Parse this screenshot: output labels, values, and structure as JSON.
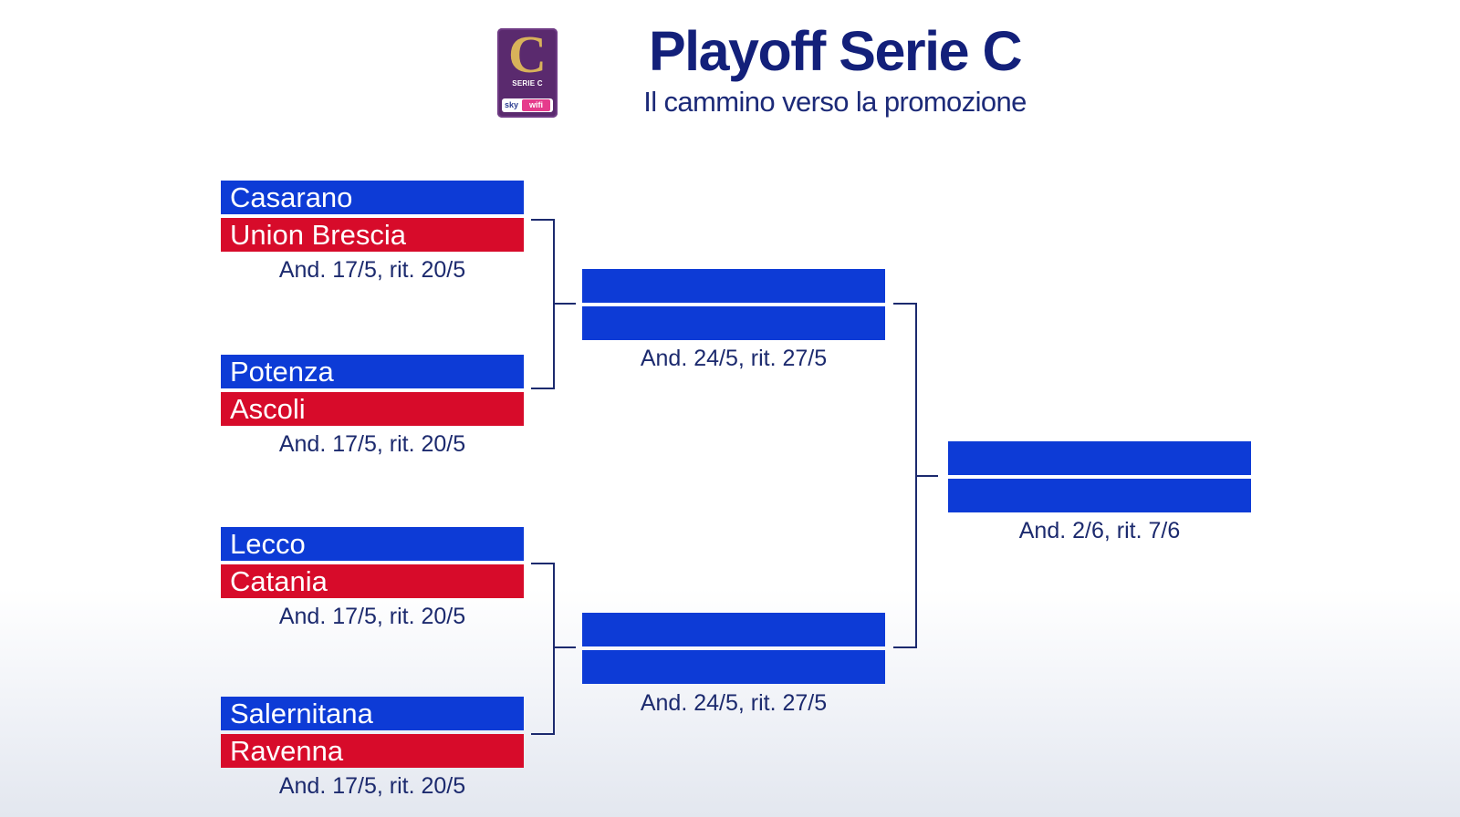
{
  "header": {
    "title": "Playoff Serie C",
    "subtitle": "Il cammino verso la promozione"
  },
  "logo": {
    "letter": "C",
    "label": "SERIE C",
    "sponsor_left": "sky",
    "sponsor_right": "wifi"
  },
  "colors": {
    "home_team": "#0d3bd6",
    "away_team": "#d70b2a",
    "text_dark": "#13207a",
    "connector": "#1c2a6e"
  },
  "round1": [
    {
      "home": "Casarano",
      "away": "Union Brescia",
      "dates": "And. 17/5, rit. 20/5"
    },
    {
      "home": "Potenza",
      "away": "Ascoli",
      "dates": "And. 17/5, rit. 20/5"
    },
    {
      "home": "Lecco",
      "away": "Catania",
      "dates": "And. 17/5, rit. 20/5"
    },
    {
      "home": "Salernitana",
      "away": "Ravenna",
      "dates": "And. 17/5, rit. 20/5"
    }
  ],
  "round2": [
    {
      "home": "",
      "away": "",
      "dates": "And. 24/5, rit. 27/5"
    },
    {
      "home": "",
      "away": "",
      "dates": "And. 24/5, rit. 27/5"
    }
  ],
  "final": {
    "home": "",
    "away": "",
    "dates": "And. 2/6, rit. 7/6"
  }
}
